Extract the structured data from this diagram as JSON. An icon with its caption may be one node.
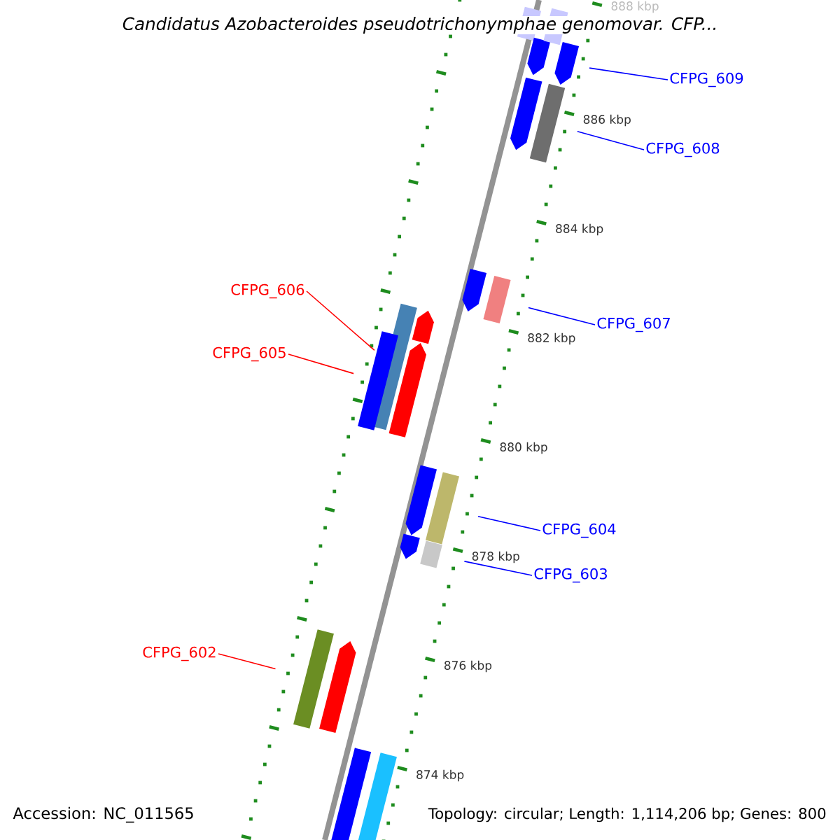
{
  "diagram": {
    "title": "Candidatus Azobacteroides pseudotrichonymphae genomovar. CFP...",
    "nodes": [
      {
        "text": [
          "CFPG_609"
        ]
      },
      {
        "text": [
          "CFPG_608"
        ]
      },
      {
        "text": [
          "CFPG_606"
        ]
      },
      {
        "text": [
          "CFPG_607"
        ]
      },
      {
        "text": [
          "CFPG_605"
        ]
      },
      {
        "text": [
          "CFPG_604"
        ]
      },
      {
        "text": [
          "CFPG_603"
        ]
      },
      {
        "text": [
          "CFPG_602"
        ]
      },
      {
        "text": [],
        "shape": "bar"
      },
      {
        "text": [],
        "shape": "bar"
      },
      {
        "text": [],
        "shape": "bar"
      },
      {
        "text": [],
        "shape": "bar"
      },
      {
        "text": [],
        "shape": "bar"
      },
      {
        "text": [],
        "shape": "bar"
      },
      {
        "text": [],
        "shape": "bar"
      },
      {
        "text": [],
        "shape": "bar"
      },
      {
        "text": [],
        "shape": "bar"
      },
      {
        "text": [],
        "shape": "bar"
      },
      {
        "text": [],
        "shape": "bar"
      },
      {
        "text": [],
        "shape": "bar"
      },
      {
        "text": [],
        "shape": "bar"
      },
      {
        "text": [],
        "shape": "bar"
      },
      {
        "text": [],
        "shape": "bar"
      },
      {
        "text": [],
        "shape": "bar"
      },
      {
        "text": [],
        "shape": "bar"
      },
      {
        "text": [],
        "shape": "bar"
      }
    ],
    "edges": [
      {
        "from": 0,
        "to": 9,
        "arrow": "none"
      },
      {
        "from": 1,
        "to": 11,
        "arrow": "none"
      },
      {
        "from": 2,
        "to": 15,
        "arrow": "none",
        "color": "#ff0000"
      },
      {
        "from": 3,
        "to": 13,
        "arrow": "none"
      },
      {
        "from": 4,
        "to": 16,
        "arrow": "none",
        "color": "#ff0000"
      },
      {
        "from": 5,
        "to": 19,
        "arrow": "none"
      },
      {
        "from": 6,
        "to": 21,
        "arrow": "none"
      },
      {
        "from": 7,
        "to": 22,
        "arrow": "none",
        "color": "#ff0000"
      }
    ],
    "labels": [
      "888 kbp",
      "886 kbp",
      "884 kbp",
      "882 kbp",
      "880 kbp",
      "878 kbp",
      "876 kbp",
      "874 kbp",
      "Accession: NC_011565",
      "Topology: circular; Length: 1,114,206 bp; Genes: 800"
    ]
  }
}
